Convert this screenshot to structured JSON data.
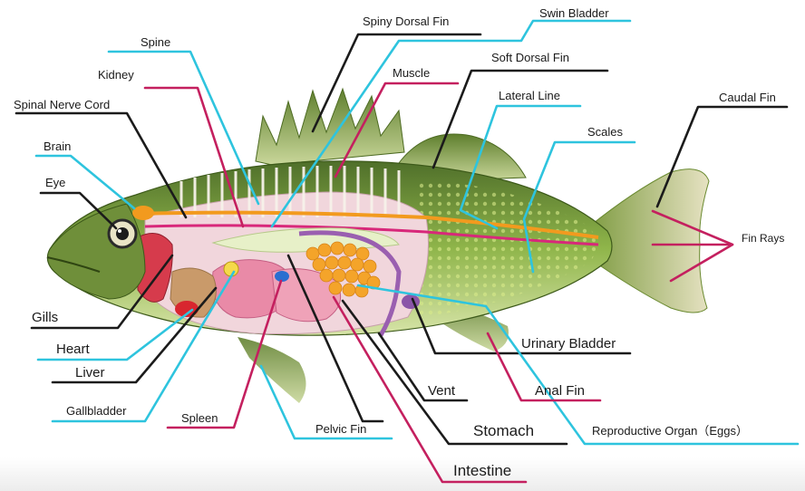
{
  "colors": {
    "black_leader": "#1b1b1b",
    "cyan_leader": "#2ec4de",
    "magenta_leader": "#c4205f",
    "fin_green": "#6f8f3a",
    "body_green": "#8fb54a",
    "organ_pink": "#e58aa9",
    "eggs_orange": "#f4a42a",
    "nerve_orange": "#f29a1e",
    "nerve_magenta": "#d8287a"
  },
  "labels": {
    "spiny_dorsal_fin": "Spiny Dorsal Fin",
    "swim_bladder": "Swin Bladder",
    "spine": "Spine",
    "soft_dorsal_fin": "Soft Dorsal Fin",
    "kidney": "Kidney",
    "muscle": "Muscle",
    "lateral_line": "Lateral Line",
    "spinal_nerve_cord": "Spinal Nerve Cord",
    "caudal_fin": "Caudal Fin",
    "scales": "Scales",
    "brain": "Brain",
    "eye": "Eye",
    "fin_rays": "Fin Rays",
    "gills": "Gills",
    "heart": "Heart",
    "urinary_bladder": "Urinary Bladder",
    "liver": "Liver",
    "anal_fin": "Anal Fin",
    "vent": "Vent",
    "gallbladder": "Gallbladder",
    "spleen": "Spleen",
    "stomach": "Stomach",
    "reproductive_organ": "Reproductive Organ（Eggs）",
    "pelvic_fin": "Pelvic Fin",
    "intestine": "Intestine"
  }
}
